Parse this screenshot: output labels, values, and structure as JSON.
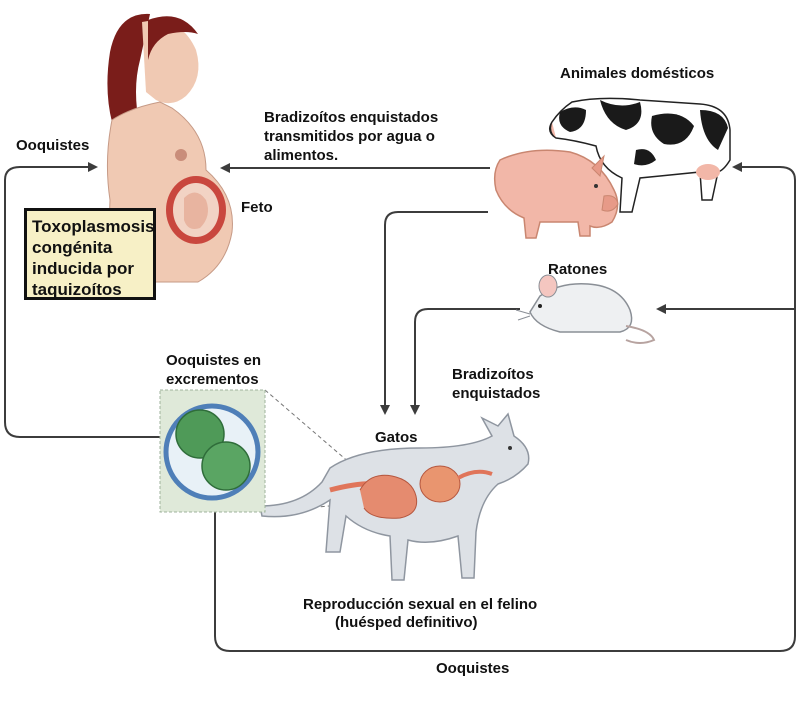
{
  "labels": {
    "ooquistes_top": "Ooquistes",
    "feto": "Feto",
    "bradizoitos_food": [
      "Bradizoítos enquistados",
      "transmitidos por agua o",
      "alimentos."
    ],
    "animales_domesticos": "Animales domésticos",
    "ratones": "Ratones",
    "ooquistes_excrementos": [
      "Ooquistes en",
      "excrementos"
    ],
    "bradizoitos_enquistados": [
      "Bradizoítos",
      "enquistados"
    ],
    "gatos": "Gatos",
    "reproduccion": [
      "Reproducción sexual en el felino",
      "(huésped definitivo)"
    ],
    "ooquistes_bottom": "Ooquistes"
  },
  "callout": {
    "lines": [
      "Toxoplasmosis",
      "congénita",
      "inducida por",
      "taquizoítos"
    ]
  },
  "colors": {
    "arrow": "#3c3c3c",
    "callout_fill": "#f7f0c6",
    "skin": "#f0c9b3",
    "hair": "#7a1d1a",
    "pig": "#f2b7a8",
    "cow_black": "#1a1a1a",
    "cat": "#dde1e6",
    "intestine": "#e0755a",
    "oocyst_green": "#4f9a58",
    "oocyst_ring": "#4f7fb8",
    "panel_fill": "#dfe9d9"
  },
  "icons": [
    "pregnant-woman-figure",
    "cow-icon",
    "pig-icon",
    "mouse-icon",
    "cat-icon",
    "oocyst-icon"
  ]
}
